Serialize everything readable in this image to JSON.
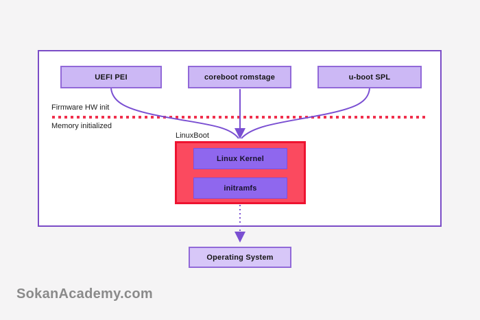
{
  "diagram": {
    "stages": [
      {
        "id": "uefi-pei",
        "label": "UEFI PEI"
      },
      {
        "id": "coreboot-romstage",
        "label": "coreboot romstage"
      },
      {
        "id": "u-boot-spl",
        "label": "u-boot SPL"
      }
    ],
    "divider": {
      "above_label": "Firmware HW init",
      "below_label": "Memory initialized"
    },
    "linuxboot": {
      "label": "LinuxBoot",
      "children": [
        {
          "id": "linux-kernel",
          "label": "Linux Kernel"
        },
        {
          "id": "initramfs",
          "label": "initramfs"
        }
      ]
    },
    "os": {
      "label": "Operating System"
    },
    "watermark": "SokanAcademy.com",
    "colors": {
      "background": "#f5f4f5",
      "container_border": "#7a4bc6",
      "node_fill": "#ccb8f5",
      "node_border": "#9168d8",
      "linuxboot_fill": "#fb4a5f",
      "linuxboot_border": "#ee1330",
      "inner_node_fill": "#8f67ee",
      "os_fill": "#d7c7f8",
      "arrow": "#7a4fd2",
      "divider_dots": "#f0304d",
      "watermark_text": "#8a8a8a"
    }
  }
}
